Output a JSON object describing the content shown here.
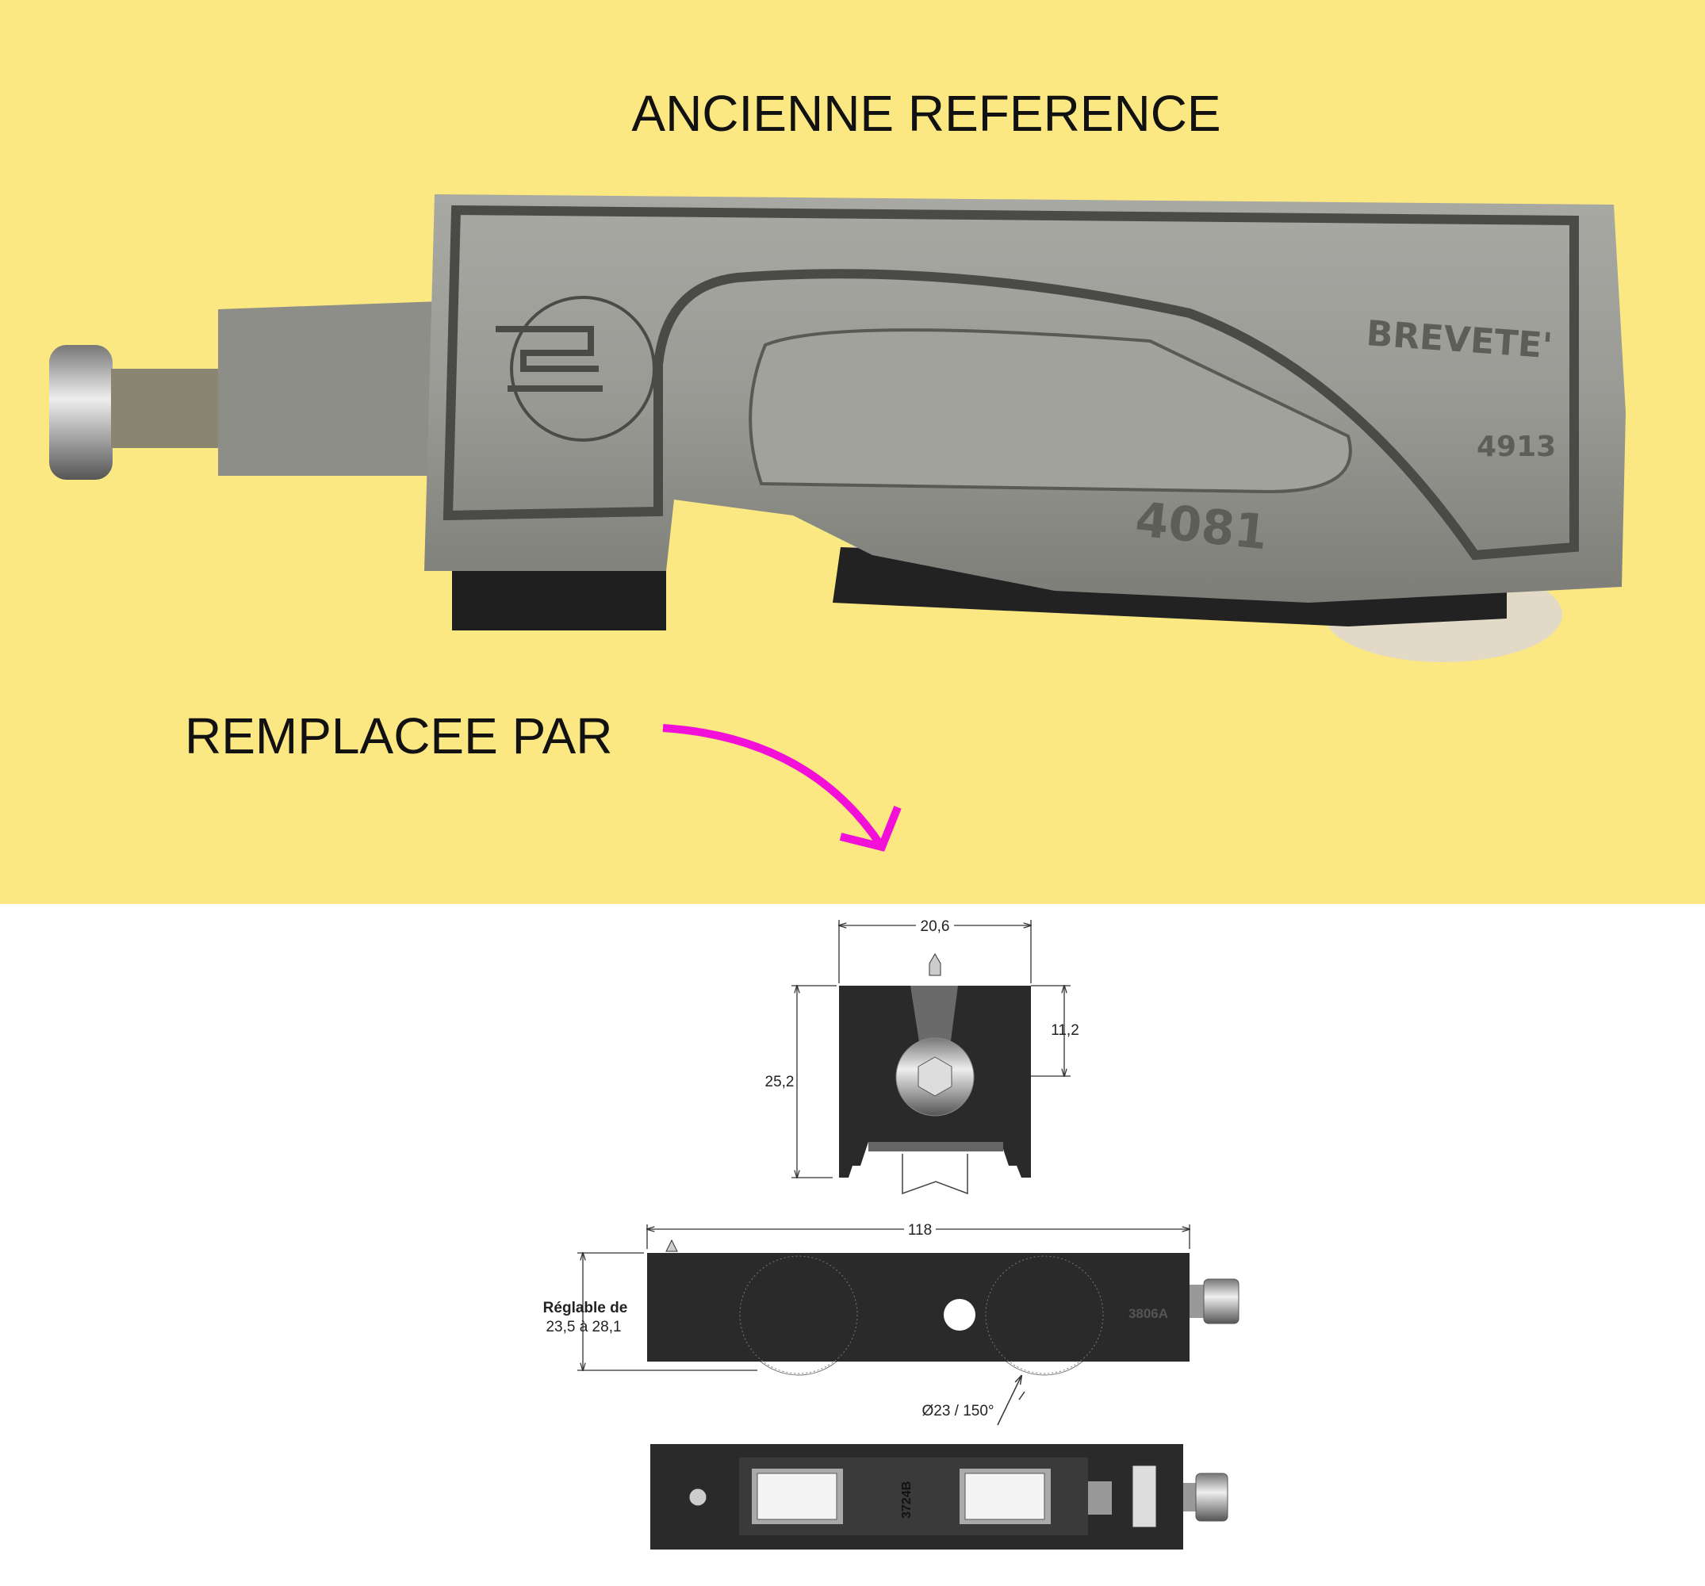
{
  "header": {
    "title": "ANCIENNE REFERENCE",
    "replaced_label": "REMPLACEE PAR"
  },
  "old_part": {
    "stamp_brevete": "BREVETE'",
    "stamp_code_small": "4913",
    "stamp_code_large": "4081"
  },
  "new_part": {
    "width_dim": "20,6",
    "height_dim": "25,2",
    "axis_dim": "11,2",
    "length_dim": "118",
    "adjustable_line1": "Réglable de",
    "adjustable_line2": "23,5 à 28,1",
    "wheel_dim": "Ø23 / 150°",
    "side_code": "3806A",
    "bottom_code": "3724B"
  },
  "colors": {
    "background_top": "#FBE883",
    "arrow": "#F20FD8",
    "part_body": "#2A2A2A"
  }
}
